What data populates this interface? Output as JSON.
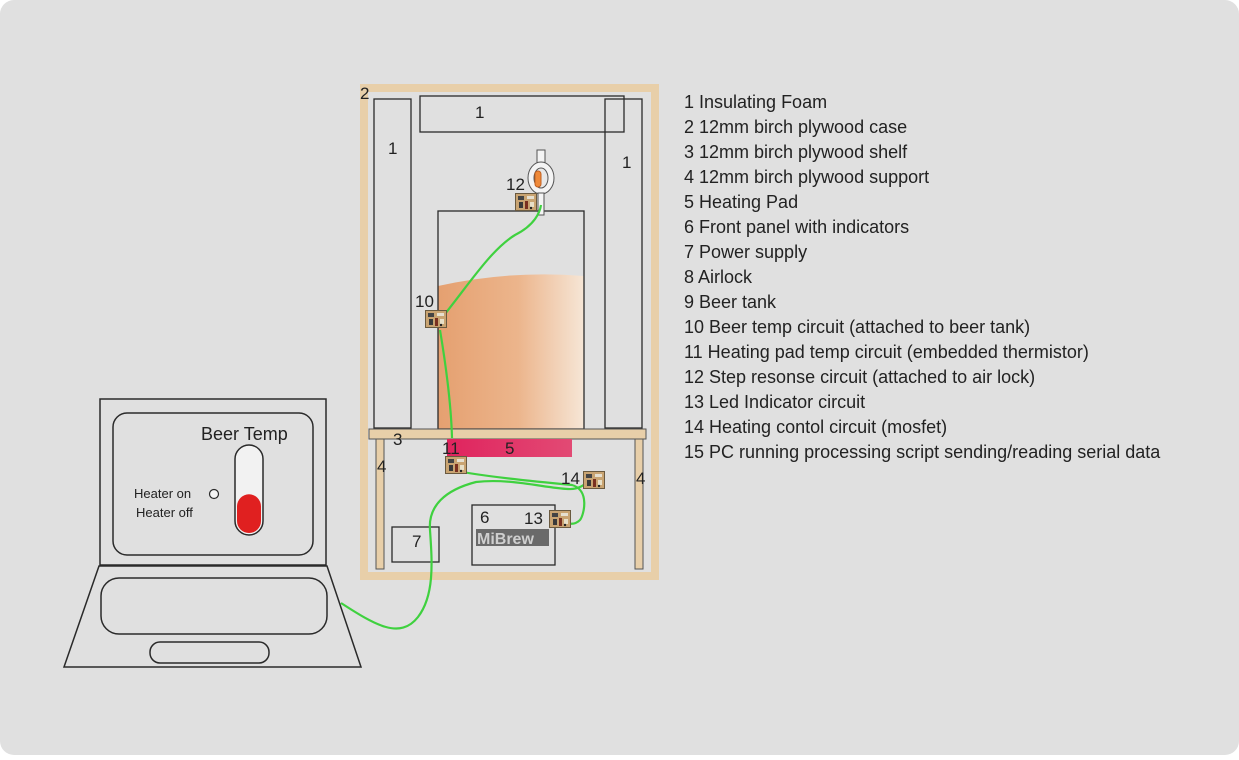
{
  "diagram": {
    "labels": {
      "foam_top": "1",
      "foam_left": "1",
      "foam_right": "1",
      "case": "2",
      "shelf": "3",
      "support_left": "4",
      "support_right": "4",
      "heating_pad": "5",
      "front_panel": "6",
      "power_supply": "7",
      "circuit_10": "10",
      "circuit_11": "11",
      "circuit_12": "12",
      "circuit_13": "13",
      "circuit_14": "14"
    },
    "front_panel_logo": "MiBrew",
    "laptop": {
      "title": "Beer Temp",
      "heater_on": "Heater on",
      "heater_off": "Heater off",
      "thermometer_level": 0.45
    },
    "colors": {
      "background": "#e0e0e0",
      "plywood": "#e8cfa9",
      "beer": "#e8a878",
      "heating_pad": "#e0245e",
      "wire": "#3fd13f",
      "thermometer_red": "#e02020"
    }
  },
  "legend": [
    "1 Insulating Foam",
    "2 12mm birch plywood case",
    "3 12mm birch plywood shelf",
    "4 12mm birch plywood support",
    "5  Heating Pad",
    "6 Front panel with indicators",
    "7 Power supply",
    "8 Airlock",
    "9 Beer tank",
    "10 Beer temp circuit (attached to beer tank)",
    "11 Heating pad temp circuit (embedded thermistor)",
    "12 Step resonse circuit (attached to air lock)",
    "13 Led Indicator circuit",
    "14 Heating contol circuit (mosfet)",
    "15 PC running processing script sending/reading serial data"
  ]
}
